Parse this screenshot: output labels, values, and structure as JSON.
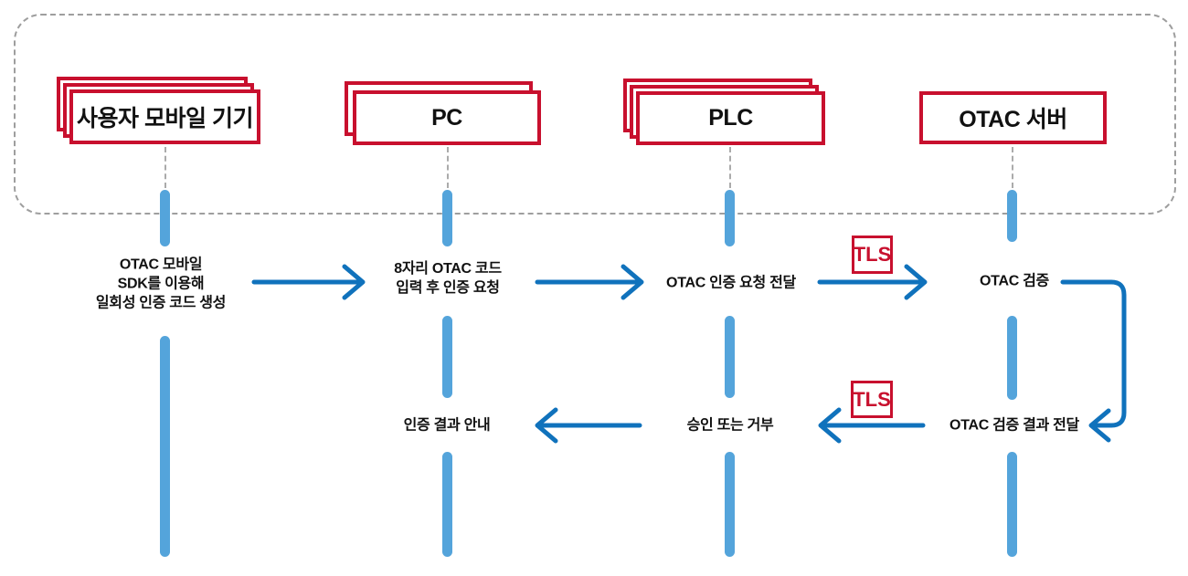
{
  "colors": {
    "accent_red": "#C8102E",
    "arrow_blue": "#1072BC",
    "lifeline_blue": "#54A4DB",
    "boundary_gray": "#9E9E9E",
    "text": "#111111"
  },
  "actors": [
    {
      "label": "사용자 모바일 기기",
      "stack": 3
    },
    {
      "label": "PC",
      "stack": 2
    },
    {
      "label": "PLC",
      "stack": 3
    },
    {
      "label": "OTAC 서버",
      "stack": 1
    }
  ],
  "messages": {
    "generate_code": {
      "text": "OTAC 모바일\nSDK를 이용해\n일회성 인증 코드 생성"
    },
    "enter_code": {
      "text": "8자리 OTAC 코드\n입력 후 인증 요청"
    },
    "forward_request": {
      "text": "OTAC 인증 요청 전달"
    },
    "verify": {
      "text": "OTAC 검증"
    },
    "verify_result": {
      "text": "OTAC 검증 결과 전달"
    },
    "approve_deny": {
      "text": "승인 또는 거부"
    },
    "result_notice": {
      "text": "인증 결과 안내"
    }
  },
  "badges": {
    "tls_request": "TLS",
    "tls_response": "TLS"
  }
}
